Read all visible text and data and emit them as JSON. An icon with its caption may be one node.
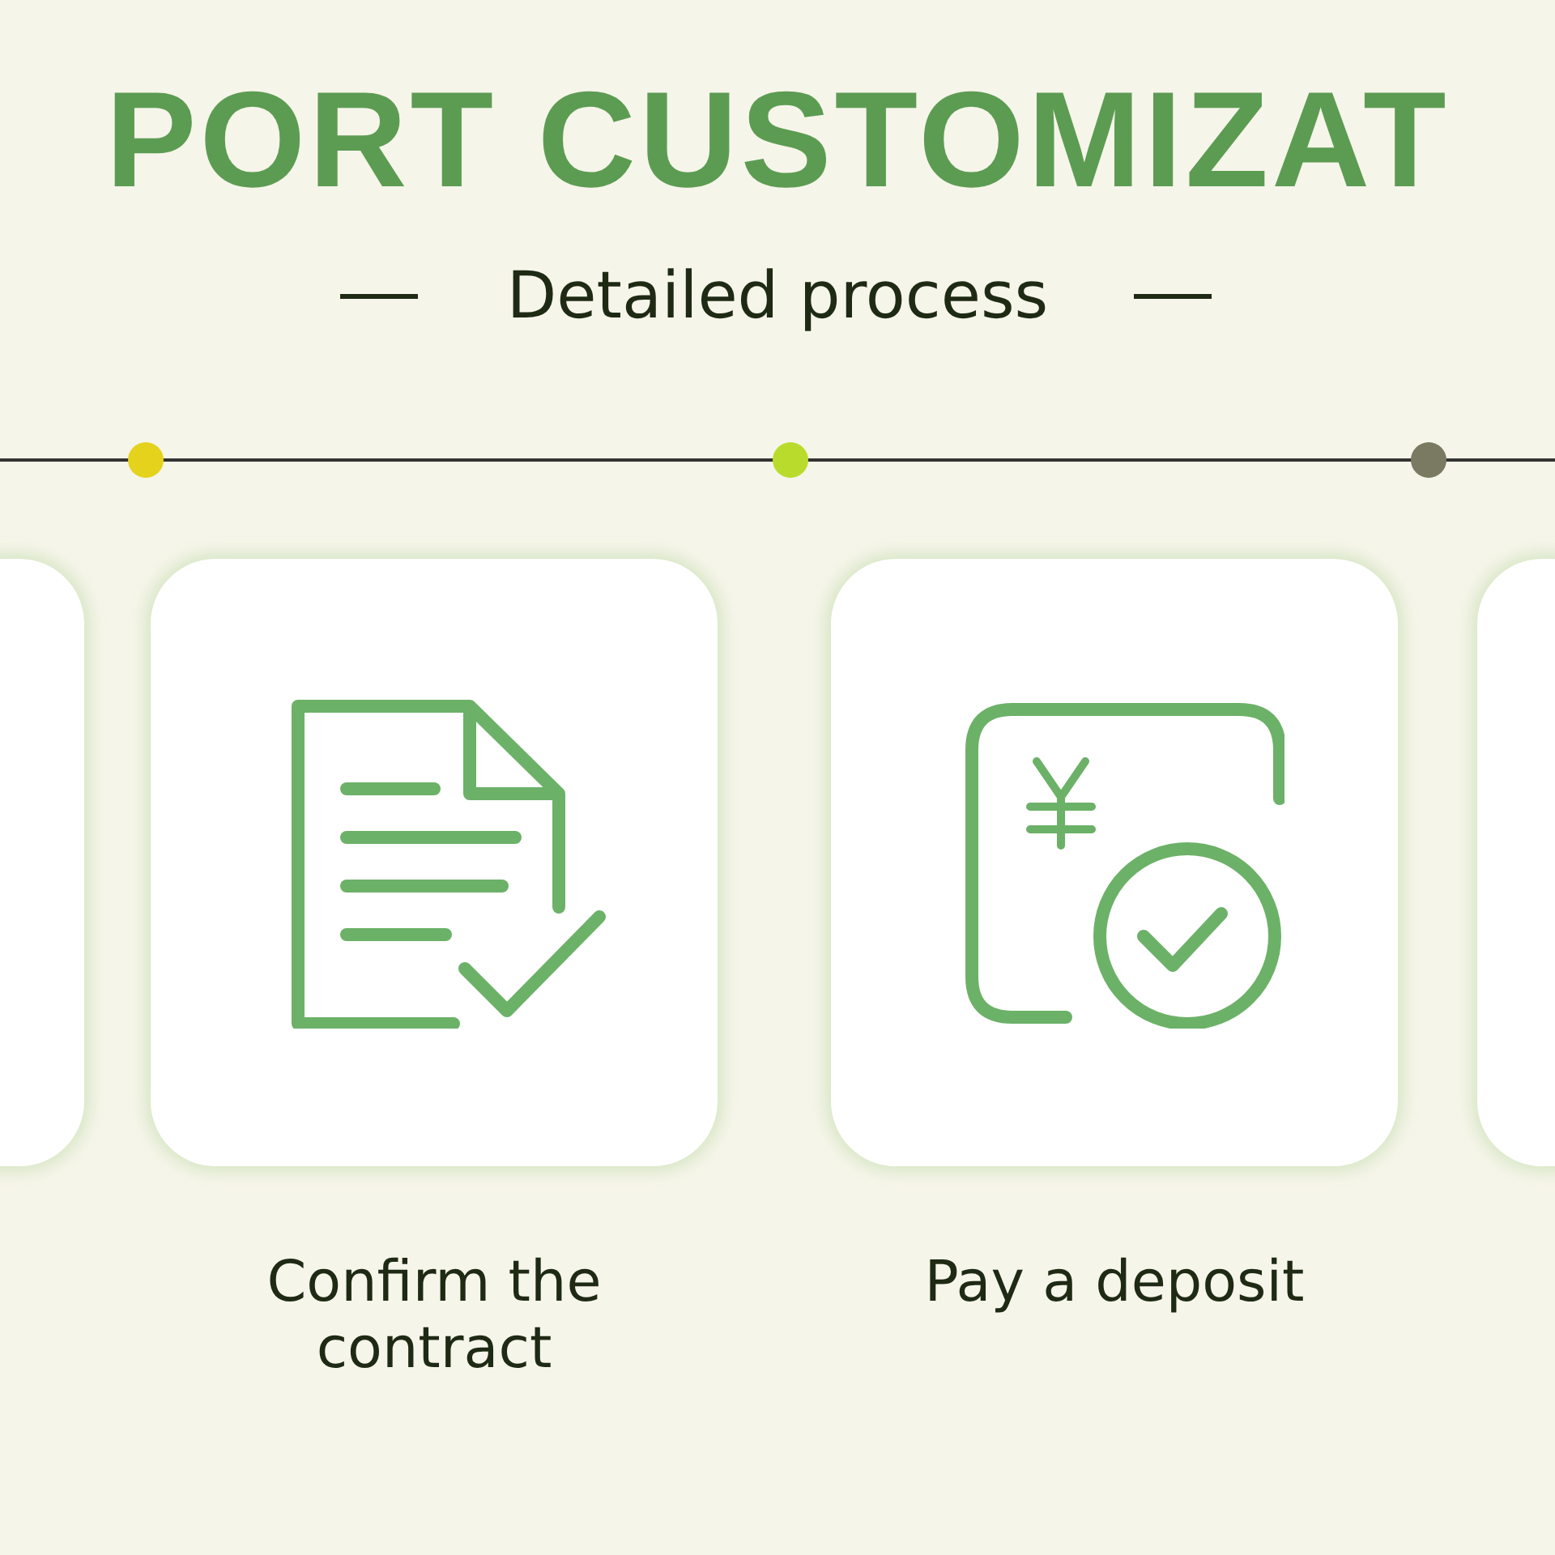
{
  "diagram": {
    "title": "PORT CUSTOMIZAT",
    "nodes": [
      {
        "text": [],
        "shape": "box"
      },
      {
        "text": [
          "Confirm the contract"
        ]
      },
      {
        "text": [
          "Pay a deposit"
        ]
      },
      {
        "text": [],
        "shape": "box"
      }
    ],
    "labels": [
      "Detailed process"
    ]
  }
}
